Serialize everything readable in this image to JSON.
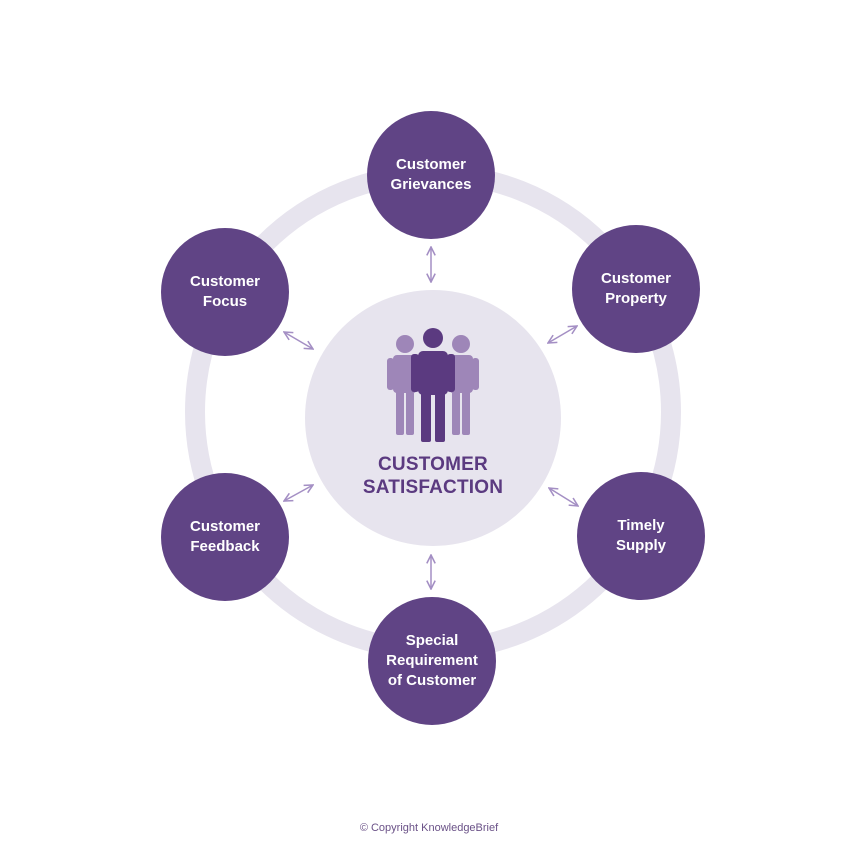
{
  "center": {
    "title_line1": "CUSTOMER",
    "title_line2": "SATISFACTION",
    "icon": "people-group-icon"
  },
  "nodes": [
    {
      "id": "grievances",
      "label": "Customer\nGrievances"
    },
    {
      "id": "property",
      "label": "Customer\nProperty"
    },
    {
      "id": "supply",
      "label": "Timely\nSupply"
    },
    {
      "id": "special",
      "label": "Special\nRequirement\nof Customer"
    },
    {
      "id": "feedback",
      "label": "Customer\nFeedback"
    },
    {
      "id": "focus",
      "label": "Customer\nFocus"
    }
  ],
  "copyright": "© Copyright KnowledgeBrief",
  "colors": {
    "node_fill": "#604485",
    "ring": "#e7e4ee",
    "center_fill": "#e7e4ee",
    "arrow": "#a48fc4",
    "person_front": "#5b3a80",
    "person_back": "#9e86b8",
    "title": "#5b3a80"
  }
}
